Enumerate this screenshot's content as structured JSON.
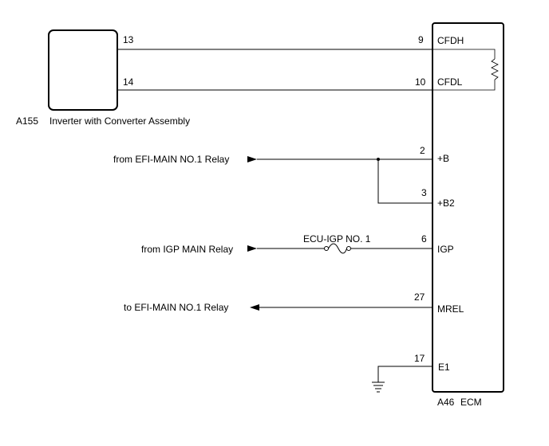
{
  "inverter": {
    "connector_id": "A155",
    "name": "Inverter with Converter Assembly",
    "pin_cfdh": "13",
    "pin_cfdl": "14"
  },
  "ecm": {
    "connector_id": "A46",
    "name": "ECM",
    "pins": {
      "cfdh": {
        "num": "9",
        "name": "CFDH"
      },
      "cfdl": {
        "num": "10",
        "name": "CFDL"
      },
      "b": {
        "num": "2",
        "name": "+B"
      },
      "b2": {
        "num": "3",
        "name": "+B2"
      },
      "igp": {
        "num": "6",
        "name": "IGP"
      },
      "mrel": {
        "num": "27",
        "name": "MREL"
      },
      "e1": {
        "num": "17",
        "name": "E1"
      }
    }
  },
  "signals": {
    "efi_in": "from EFI-MAIN NO.1 Relay",
    "igp_in": "from IGP MAIN Relay",
    "efi_out": "to EFI-MAIN NO.1 Relay"
  },
  "fuse": {
    "label": "ECU-IGP NO. 1"
  }
}
